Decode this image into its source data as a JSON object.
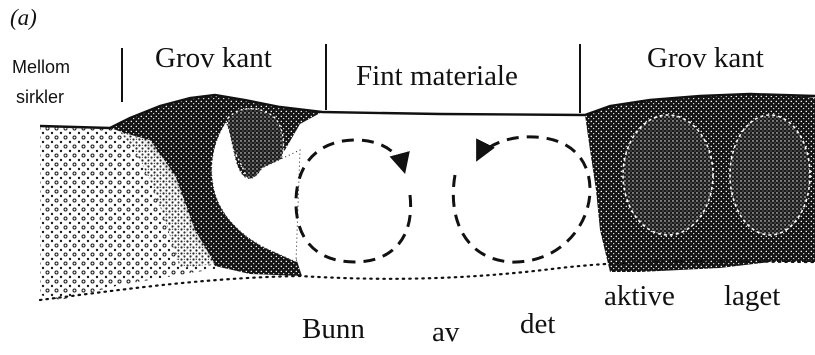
{
  "panel_label": "(a)",
  "zones": {
    "left": [
      "Mellom",
      "sirkler"
    ],
    "coarse_left": "Grov kant",
    "fine": "Fint materiale",
    "coarse_right": "Grov kant"
  },
  "bottom_caption": [
    "Bunn",
    "av",
    "det",
    "aktive",
    "laget"
  ],
  "colors": {
    "ink": "#111111",
    "stipple": "#1a1a1a",
    "background": "#ffffff"
  }
}
